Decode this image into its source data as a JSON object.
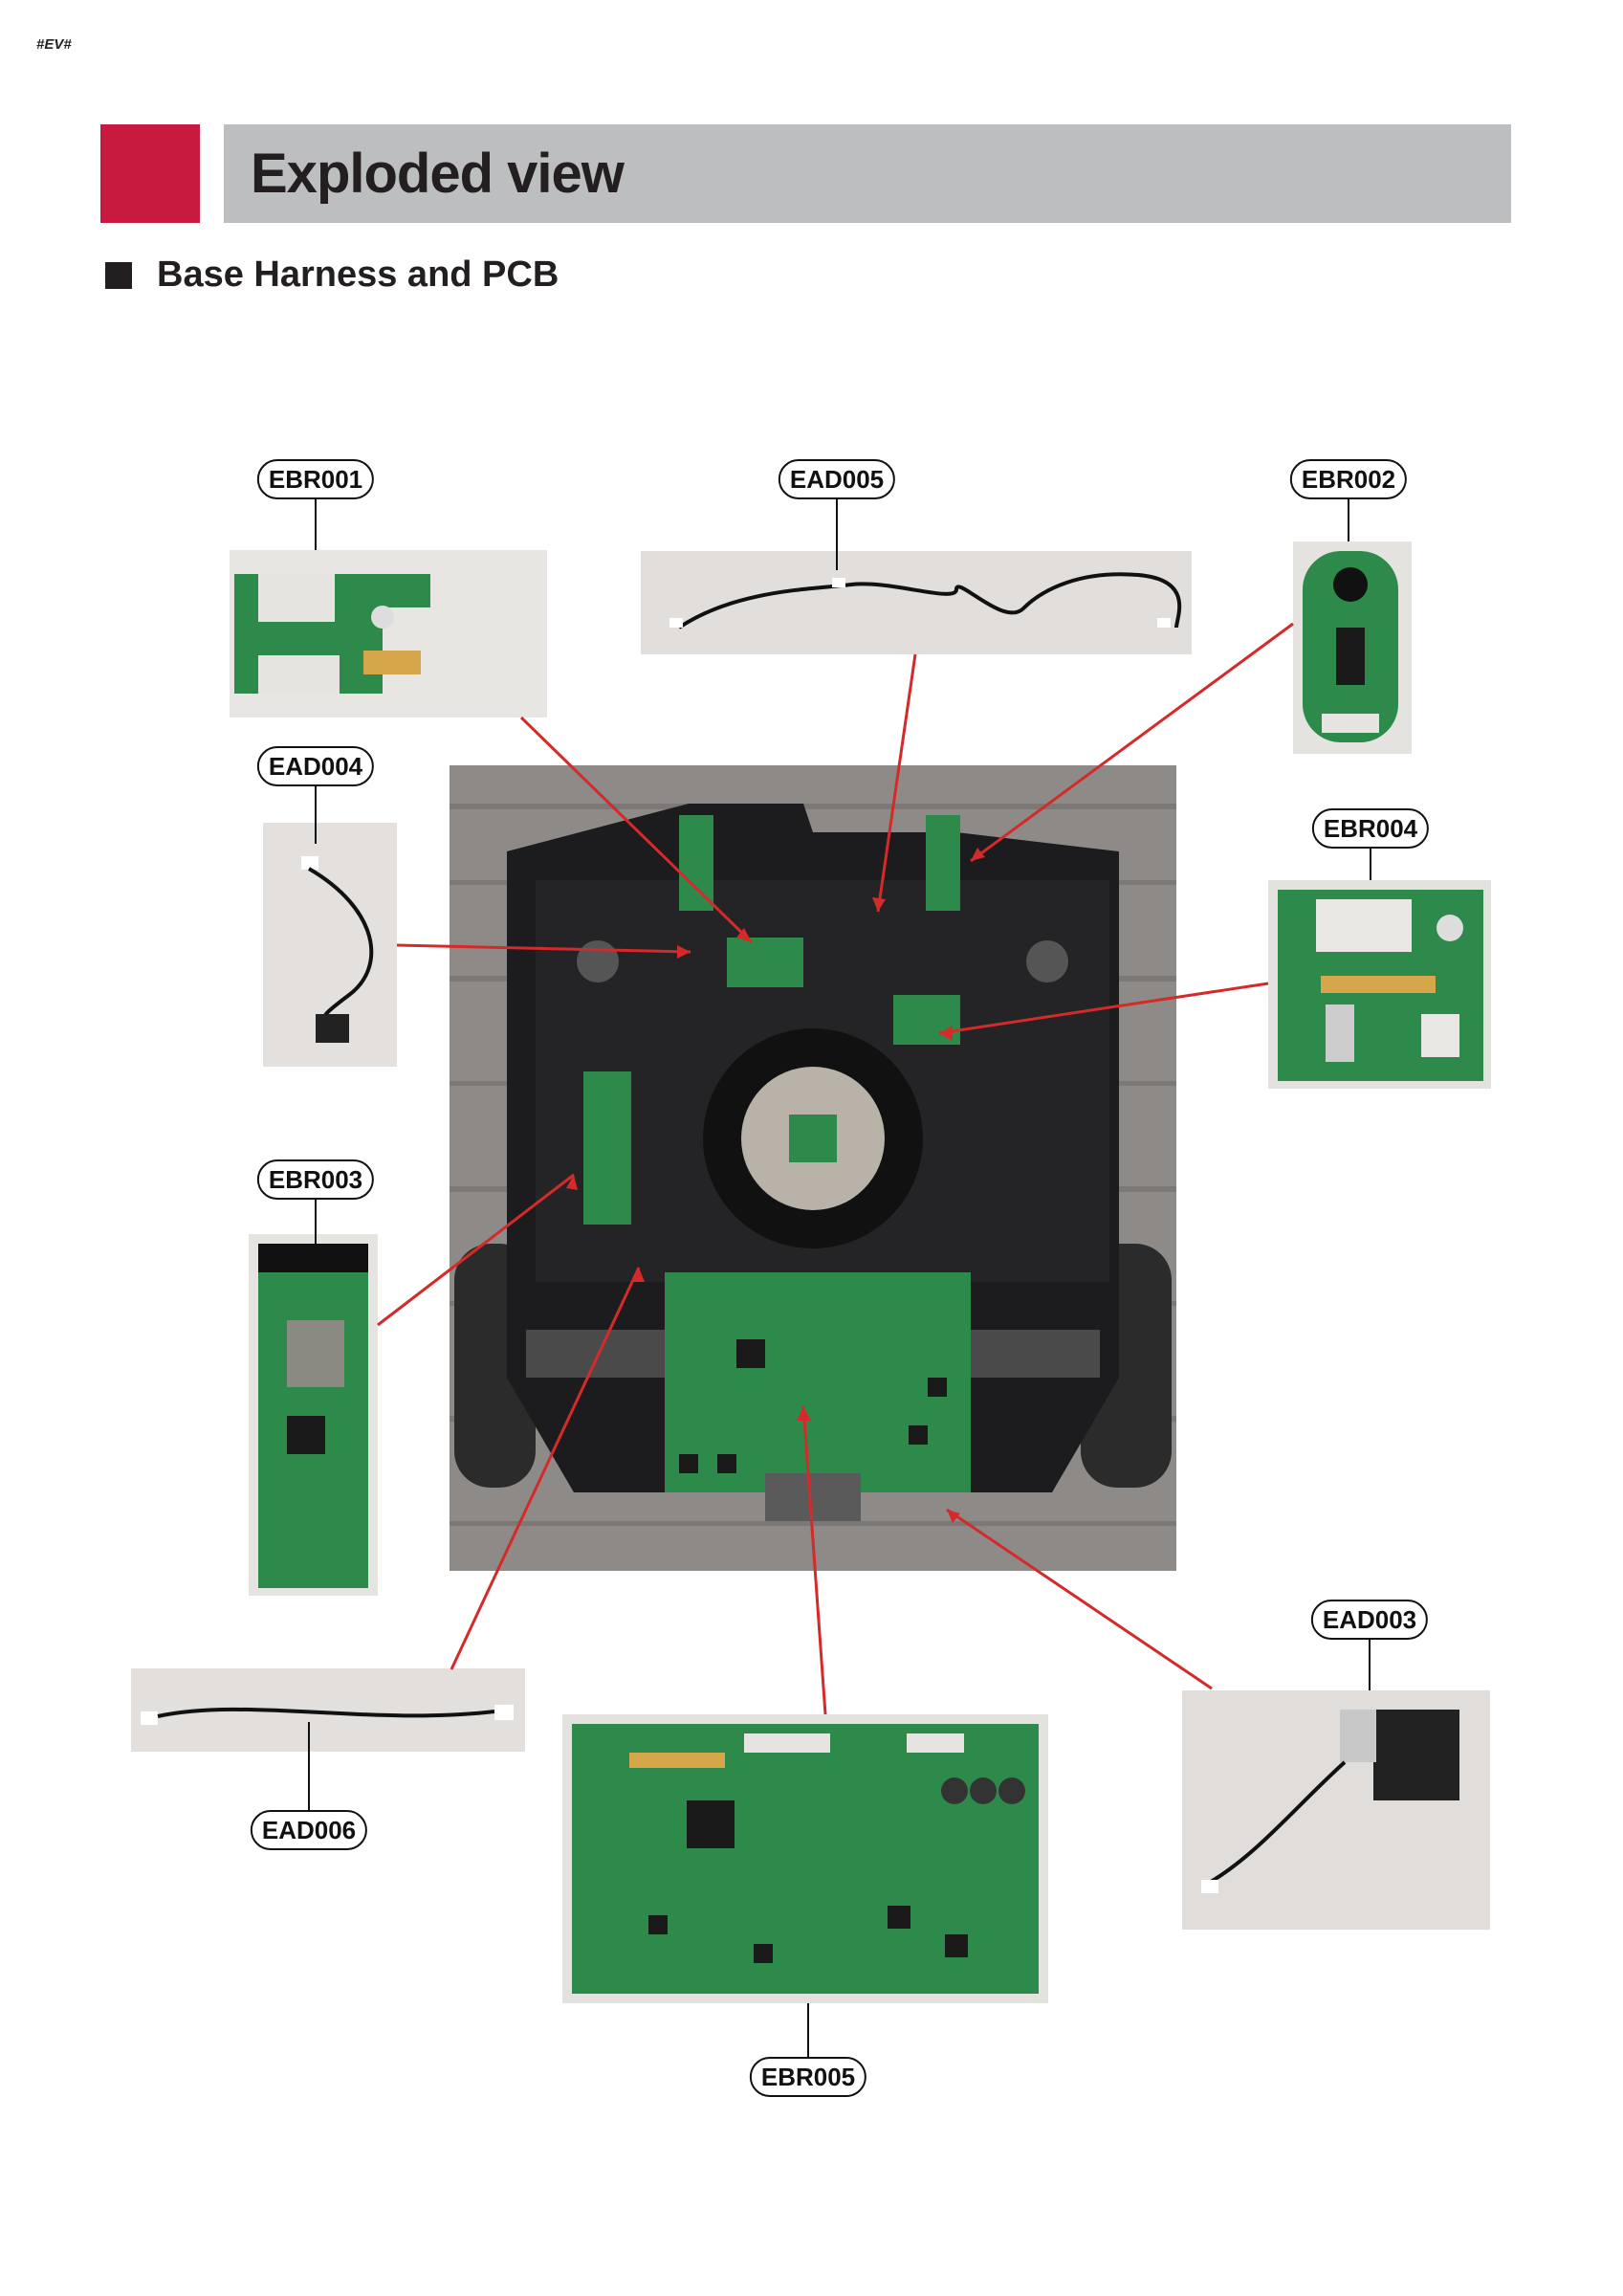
{
  "page_tag": "#EV#",
  "header": {
    "title": "Exploded view"
  },
  "section": {
    "title": "Base Harness and PCB"
  },
  "part_labels": {
    "ebr001": "EBR001",
    "ead005": "EAD005",
    "ebr002": "EBR002",
    "ead004": "EAD004",
    "ebr004": "EBR004",
    "ebr003": "EBR003",
    "ead003": "EAD003",
    "ead006": "EAD006",
    "ebr005": "EBR005"
  },
  "colors": {
    "accent": "#c8193f",
    "title_bar": "#bcbec0",
    "leader": "#d42a2a"
  }
}
